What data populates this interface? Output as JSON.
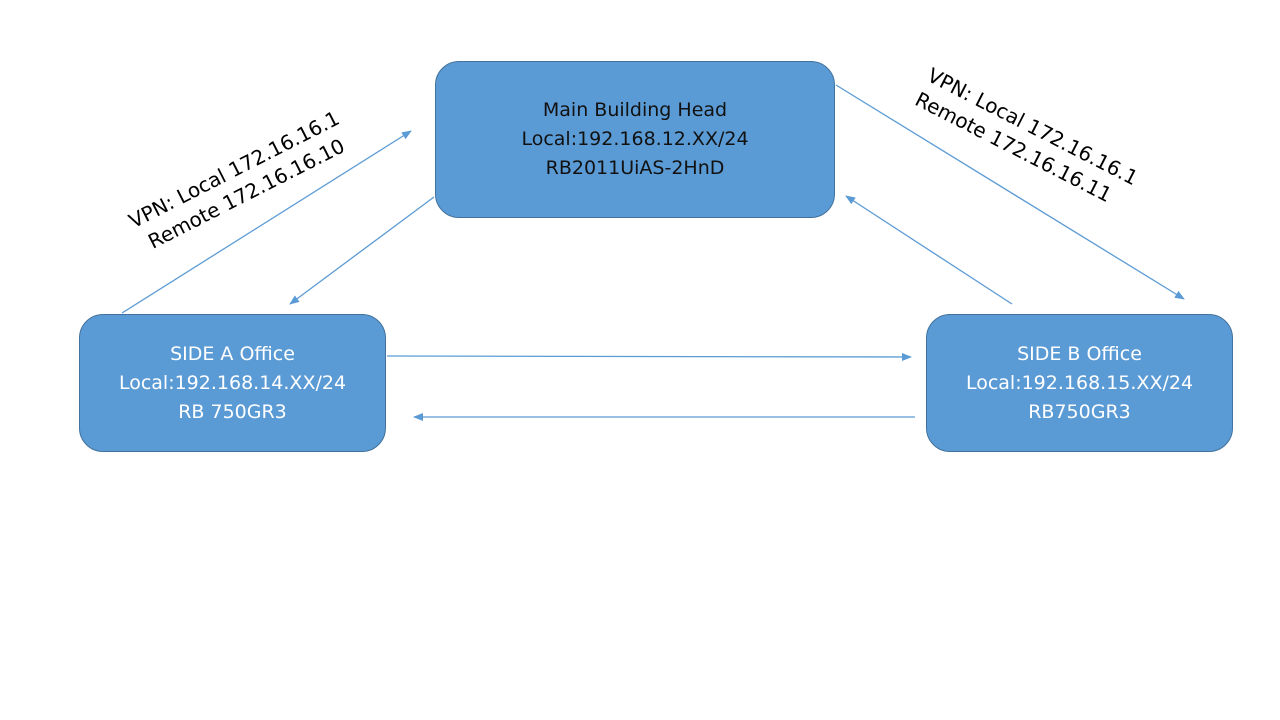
{
  "nodes": {
    "main": {
      "title": "Main Building Head",
      "network": "Local:192.168.12.XX/24",
      "device": "RB2011UiAS-2HnD"
    },
    "side_a": {
      "title": "SIDE A Office",
      "network": "Local:192.168.14.XX/24",
      "device": "RB 750GR3"
    },
    "side_b": {
      "title": "SIDE B Office",
      "network": "Local:192.168.15.XX/24",
      "device": "RB750GR3"
    }
  },
  "vpn_links": {
    "side_a": {
      "line1": "VPN: Local 172.16.16.1",
      "line2": "Remote 172.16.16.10"
    },
    "side_b": {
      "line1": "VPN: Local 172.16.16.1",
      "line2": "Remote 172.16.16.11"
    }
  },
  "colors": {
    "node_fill": "#5b9bd5",
    "node_border": "#41719c",
    "connector": "#5b9bd5"
  }
}
